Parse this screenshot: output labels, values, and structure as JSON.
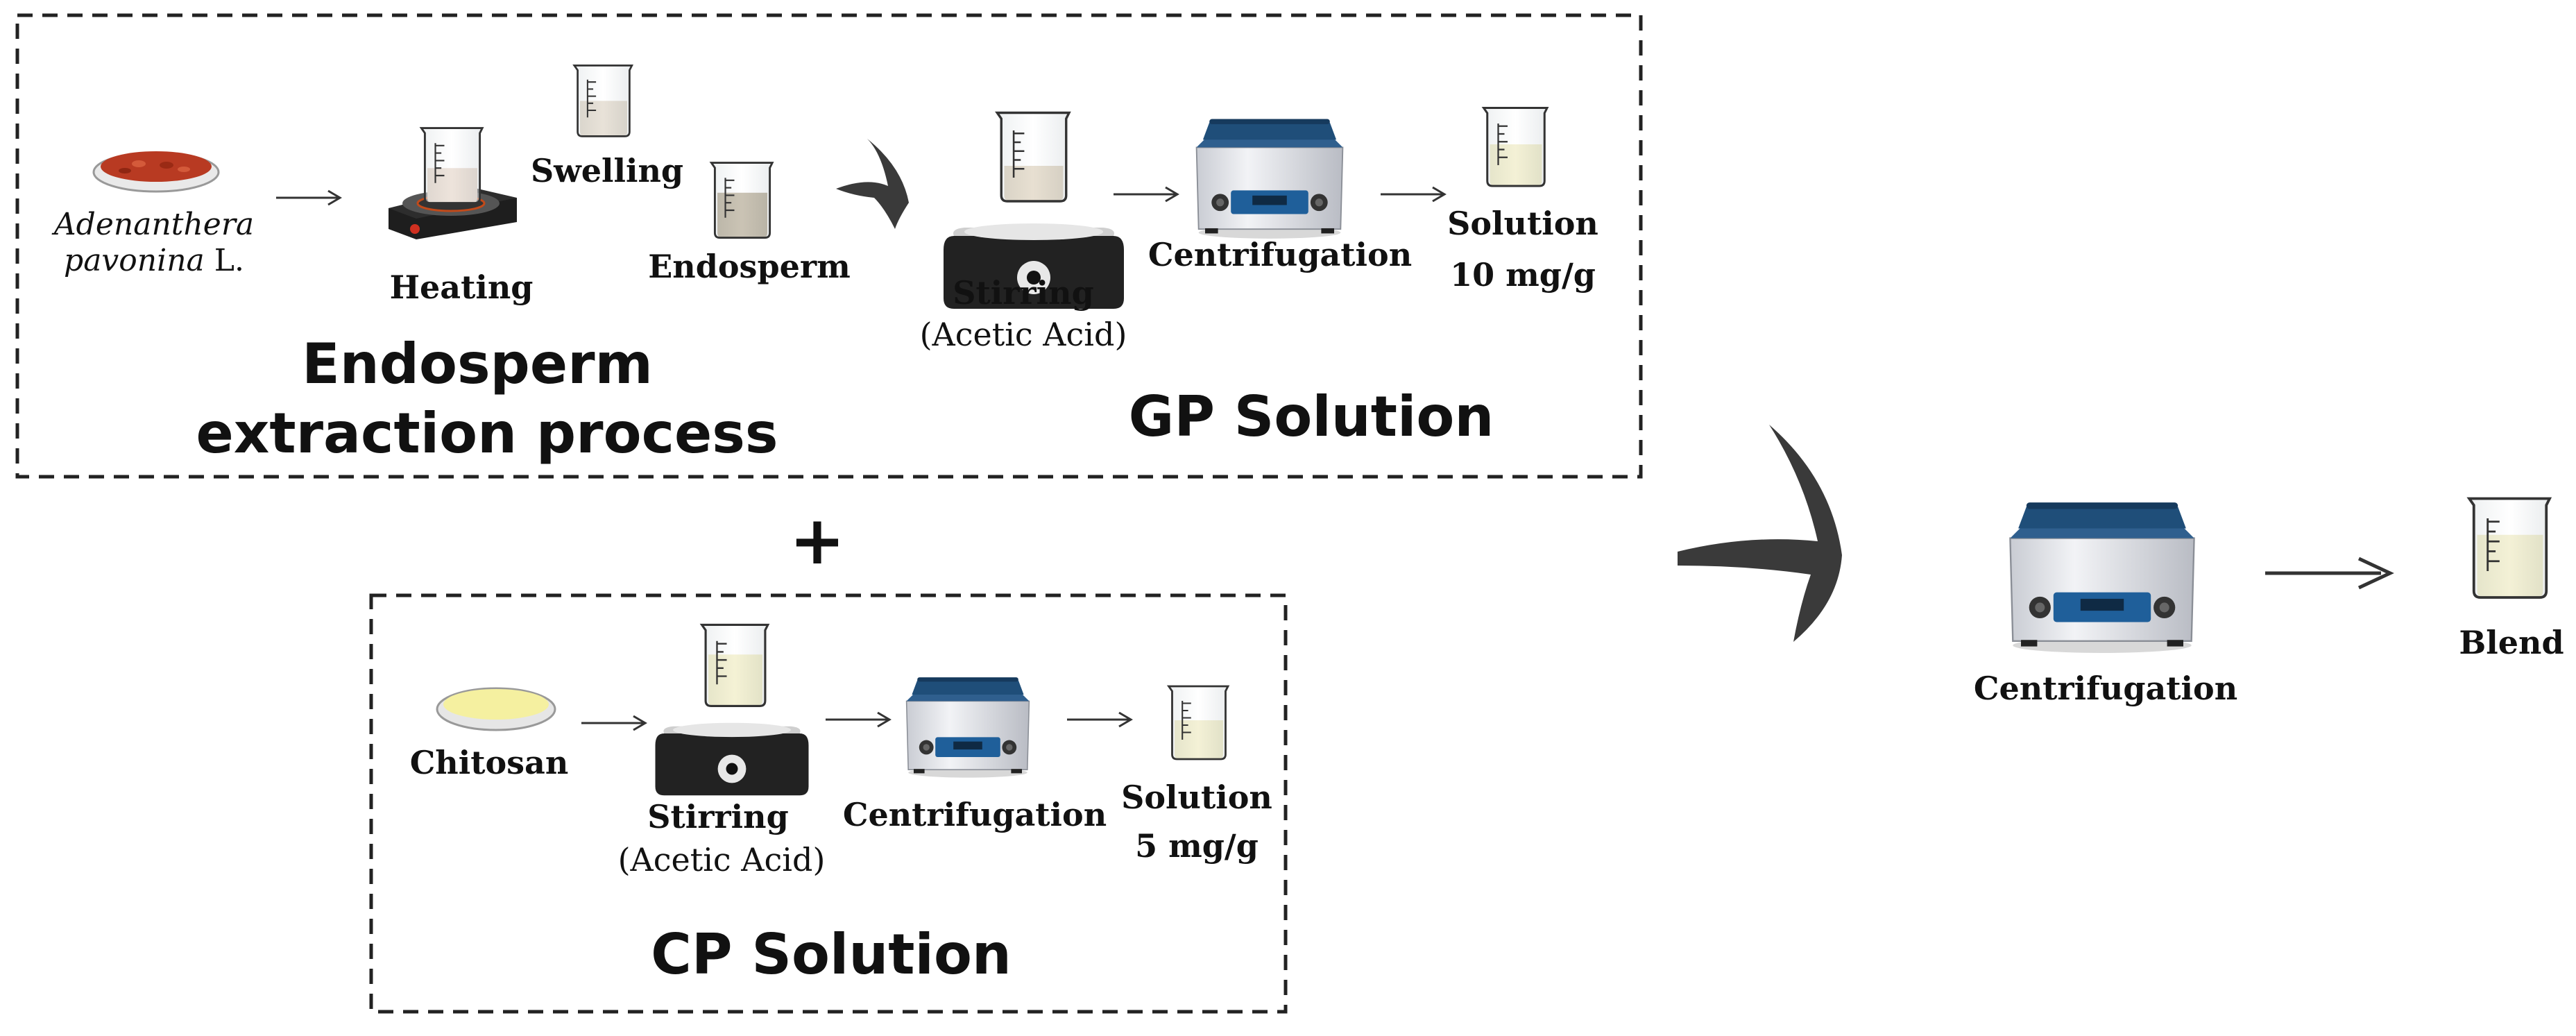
{
  "gp_process": {
    "seed_label_line1": "Adenanthera",
    "seed_label_line2_italic": "pavonina",
    "seed_label_line2_suffix": " L.",
    "heating_label": "Heating",
    "swelling_label": "Swelling",
    "endosperm_label": "Endosperm",
    "stirring_label": "Stirring",
    "stirring_sub_label": "(Acetic Acid)",
    "centrifugation_label": "Centrifugation",
    "solution_label": "Solution",
    "solution_conc": "10 mg/g",
    "extraction_title_line1": "Endosperm",
    "extraction_title_line2": "extraction process",
    "section_title": "GP Solution"
  },
  "plus_sign": "+",
  "cp_process": {
    "chitosan_label": "Chitosan",
    "stirring_label": "Stirring",
    "stirring_sub_label": "(Acetic Acid)",
    "centrifugation_label": "Centrifugation",
    "solution_label": "Solution",
    "solution_conc": "5 mg/g",
    "section_title": "CP Solution"
  },
  "final_step": {
    "centrifugation_label": "Centrifugation",
    "blend_label": "Blend"
  },
  "colors": {
    "seed_red": "#b83a22",
    "heater_black": "#1e1e1e",
    "endosperm_brown": "#8b7b5a",
    "gp_solution": "#e6e0a4",
    "chitosan_yellow": "#f5f0a0",
    "centrifuge_lid": "#1f4e79",
    "centrifuge_body": "#e8eaee"
  },
  "icons": [
    "petri-dish-icon",
    "hot-plate-icon",
    "beaker-icon",
    "magnetic-stirrer-icon",
    "centrifuge-icon",
    "flow-arrow-icon"
  ]
}
